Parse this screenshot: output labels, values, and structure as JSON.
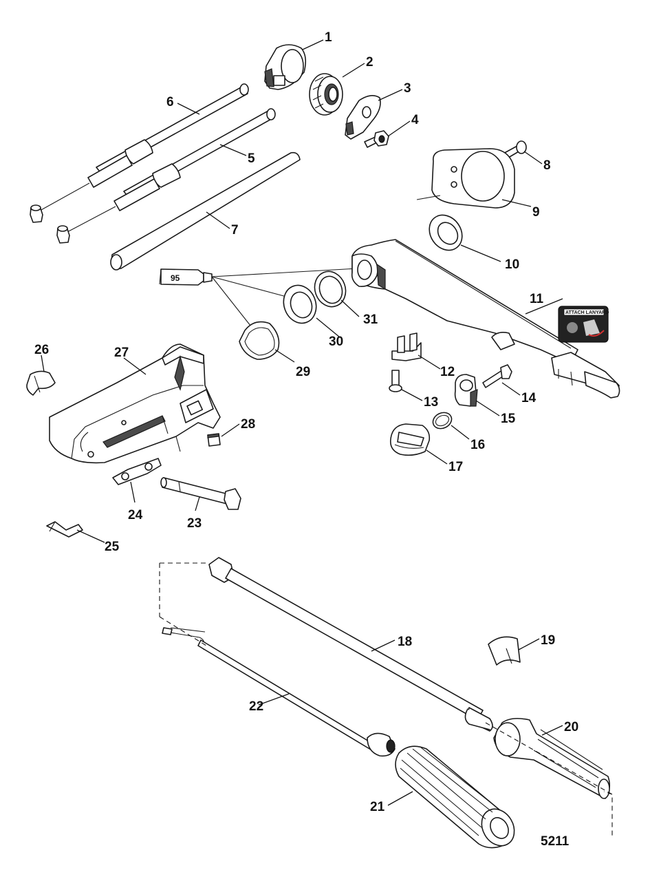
{
  "figure_id": "5211",
  "sealant_tube_label": "95",
  "decal_text": "ATTACH LANYARD",
  "callouts": [
    "1",
    "2",
    "3",
    "4",
    "5",
    "6",
    "7",
    "8",
    "9",
    "10",
    "11",
    "12",
    "13",
    "14",
    "15",
    "16",
    "17",
    "18",
    "19",
    "20",
    "21",
    "22",
    "23",
    "24",
    "25",
    "26",
    "27",
    "28",
    "29",
    "30",
    "31"
  ]
}
